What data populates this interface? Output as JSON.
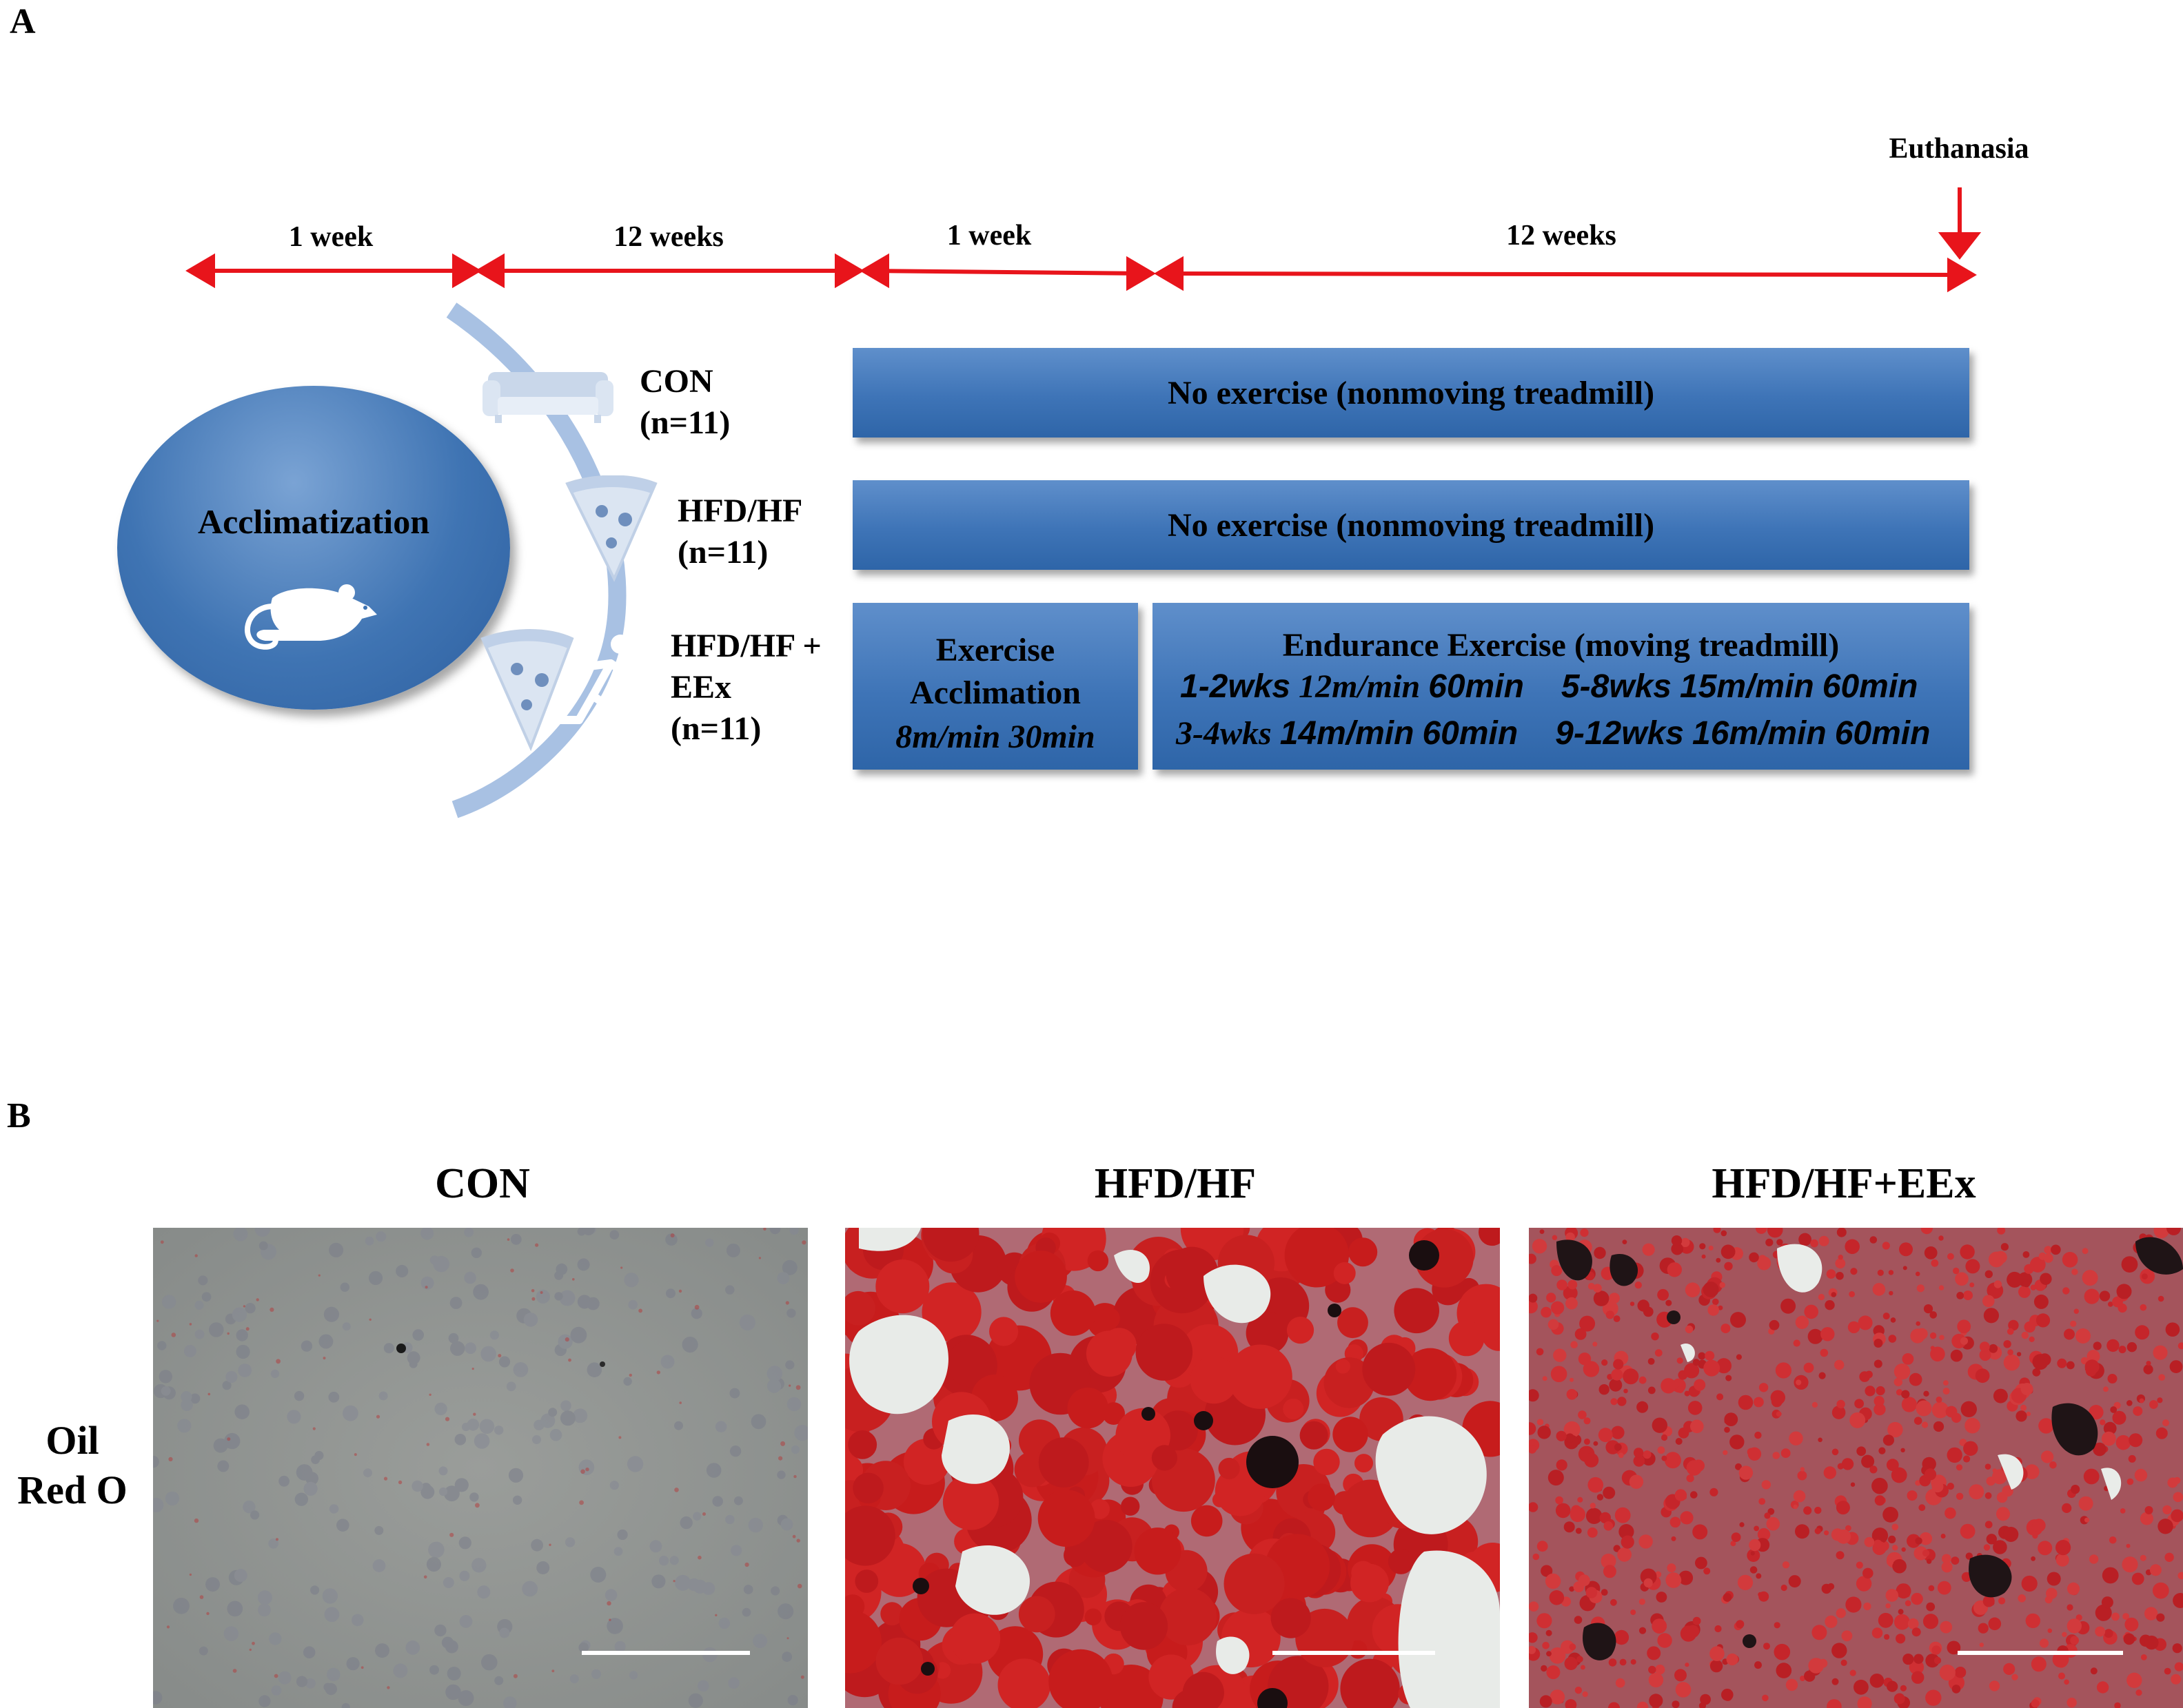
{
  "panel_a": {
    "letter": "A",
    "euthanasia_label": "Euthanasia",
    "timeline": [
      "1 week",
      "12 weeks",
      "1 week",
      "12 weeks"
    ],
    "acclimatization_label": "Acclimatization",
    "groups": [
      {
        "name": "CON",
        "n": "(n=11)",
        "icon": "sofa-icon"
      },
      {
        "name": "HFD/HF",
        "n": "(n=11)",
        "icon": "pizza-slice-icon"
      },
      {
        "name_line1": "HFD/HF +",
        "name_line2": "EEx",
        "n": "(n=11)",
        "icon": "pizza-runner-icon"
      }
    ],
    "bars": {
      "con": "No exercise (nonmoving treadmill)",
      "hf": "No exercise (nonmoving treadmill)",
      "acclimation_title_1": "Exercise",
      "acclimation_title_2": "Acclimation",
      "acclimation_detail": "8m/min 30min",
      "endurance_title": "Endurance Exercise (moving treadmill)",
      "schedule": [
        "1-2wks",
        "12m/min",
        "60min",
        "5-8wks",
        "15m/min",
        "60min",
        "3-4wks",
        "14m/min",
        "60min",
        "9-12wks",
        "16m/min",
        "60min"
      ]
    },
    "colors": {
      "arrow": "#e8141b",
      "bar": "#3e74b7",
      "circle": "#3f74b3",
      "arc": "#a8c1e3"
    }
  },
  "panel_b": {
    "letter": "B",
    "columns": [
      "CON",
      "HFD/HF",
      "HFD/HF+EEx"
    ],
    "row_label_1": "Oil",
    "row_label_2": "Red O",
    "colors": {
      "stain_red": "#c41a1a",
      "con_bg": "#8f9390"
    }
  }
}
